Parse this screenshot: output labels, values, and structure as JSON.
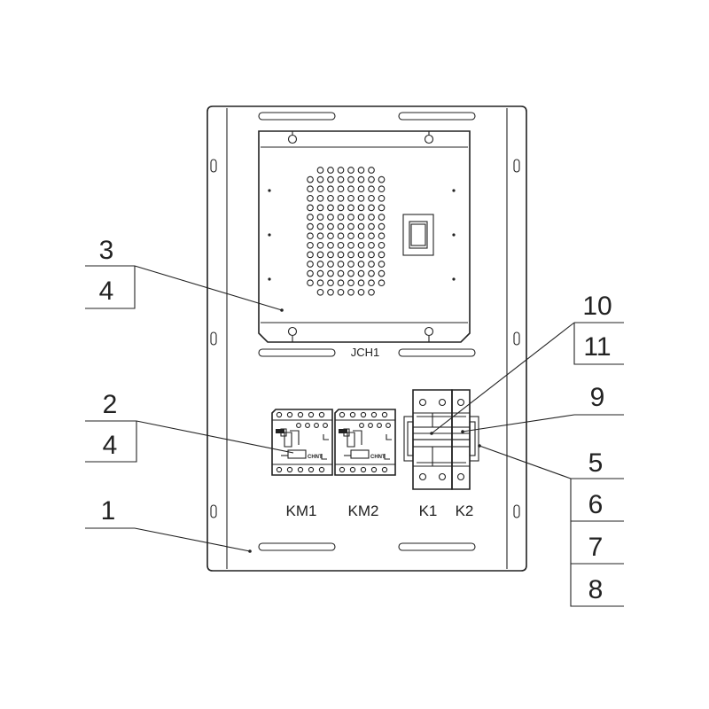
{
  "labels": {
    "jch1": "JCH1",
    "km1": "KM1",
    "km2": "KM2",
    "k1": "K1",
    "k2": "K2",
    "contactor_brand": "CHNT"
  },
  "callouts": {
    "left": [
      {
        "top": "3",
        "bottom": "4"
      },
      {
        "top": "2",
        "bottom": "4"
      },
      {
        "top": "1"
      }
    ],
    "right": [
      {
        "top": "10",
        "bottom": "11"
      },
      {
        "top": "9"
      },
      {
        "top": "5",
        "stack": [
          "6",
          "7",
          "8"
        ]
      }
    ]
  }
}
